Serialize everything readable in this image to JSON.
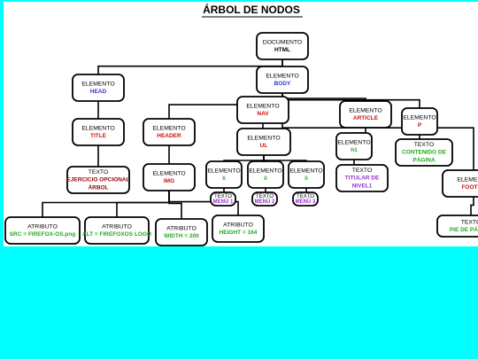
{
  "title": "ÁRBOL DE NODOS",
  "colors": {
    "bg": "#00ffff",
    "panel": "#ffffff",
    "line": "#000000",
    "type_text": "#000000",
    "blue": "#3333cc",
    "red": "#cc1111",
    "darkred": "#990000",
    "green": "#22aa22",
    "purple": "#9933cc"
  },
  "nodes": [
    {
      "id": "documento",
      "l1": "DOCUMENTO",
      "l2": "HTML",
      "c2": "type_text"
    },
    {
      "id": "head",
      "l1": "ELEMENTO",
      "l2": "HEAD",
      "c2": "blue"
    },
    {
      "id": "body",
      "l1": "ELEMENTO",
      "l2": "BODY",
      "c2": "blue"
    },
    {
      "id": "title",
      "l1": "ELEMENTO",
      "l2": "TITLE",
      "c2": "red"
    },
    {
      "id": "texto-title",
      "l1": "TEXTO",
      "l2": "EJERCICIO OPCIONAL",
      "l3": "ÁRBOL",
      "c2": "darkred"
    },
    {
      "id": "header",
      "l1": "ELEMENTO",
      "l2": "HEADER",
      "c2": "red"
    },
    {
      "id": "img",
      "l1": "ELEMENTO",
      "l2": "IMG",
      "c2": "red"
    },
    {
      "id": "attr-src",
      "l1": "ATRIBUTO",
      "l2": "SRC = FIREFOX-OS.png",
      "c2": "green"
    },
    {
      "id": "attr-alt",
      "l1": "ATRIBUTO",
      "l2": "ALT = FIREFOXOS LOGO",
      "c2": "green"
    },
    {
      "id": "attr-width",
      "l1": "ATRIBUTO",
      "l2": "WIDTH = 200",
      "c2": "green"
    },
    {
      "id": "attr-height",
      "l1": "ATRIBUTO",
      "l2": "HEIGHT = 164",
      "c2": "green"
    },
    {
      "id": "nav",
      "l1": "ELEMENTO",
      "l2": "NAV",
      "c2": "red"
    },
    {
      "id": "ul",
      "l1": "ELEMENTO",
      "l2": "UL",
      "c2": "red"
    },
    {
      "id": "li1",
      "l1": "ELEMENTO",
      "l2": "li",
      "c2": "green"
    },
    {
      "id": "li2",
      "l1": "ELEMENTO",
      "l2": "li",
      "c2": "green"
    },
    {
      "id": "li3",
      "l1": "ELEMENTO",
      "l2": "li",
      "c2": "green"
    },
    {
      "id": "t-menu1",
      "l1": "TEXTO",
      "l2": "MENÚ 1",
      "c2": "purple"
    },
    {
      "id": "t-menu2",
      "l1": "TEXTO",
      "l2": "MENÚ 2",
      "c2": "purple"
    },
    {
      "id": "t-menu3",
      "l1": "TEXTO",
      "l2": "MENÚ 3",
      "c2": "purple"
    },
    {
      "id": "article",
      "l1": "ELEMENTO",
      "l2": "ARTICLE",
      "c2": "red"
    },
    {
      "id": "h1",
      "l1": "ELEMENTO",
      "l2": "h1",
      "c2": "green"
    },
    {
      "id": "t-h1",
      "l1": "TEXTO",
      "l2": "TITULAR DE",
      "l3": "NIVEL1",
      "c2": "purple"
    },
    {
      "id": "p",
      "l1": "ELEMENTO",
      "l2": "P",
      "c2": "red"
    },
    {
      "id": "t-p",
      "l1": "TEXTO",
      "l2": "CONTENIDO DE",
      "l3": "PÁGINA",
      "c2": "green"
    },
    {
      "id": "footer",
      "l1": "ELEMENTO",
      "l2": "FOOTER",
      "c2": "red"
    },
    {
      "id": "t-footer",
      "l1": "TEXTO",
      "l2": "PIE DE PÁGINA",
      "c2": "green"
    }
  ],
  "edges": [
    [
      "documento",
      "head"
    ],
    [
      "documento",
      "body"
    ],
    [
      "head",
      "title"
    ],
    [
      "title",
      "texto-title"
    ],
    [
      "body",
      "header"
    ],
    [
      "header",
      "img"
    ],
    [
      "img",
      "attr-src"
    ],
    [
      "img",
      "attr-alt"
    ],
    [
      "img",
      "attr-width"
    ],
    [
      "img",
      "attr-height"
    ],
    [
      "body",
      "nav"
    ],
    [
      "nav",
      "ul"
    ],
    [
      "ul",
      "li1"
    ],
    [
      "ul",
      "li2"
    ],
    [
      "ul",
      "li3"
    ],
    [
      "li1",
      "t-menu1"
    ],
    [
      "li2",
      "t-menu2"
    ],
    [
      "li3",
      "t-menu3"
    ],
    [
      "body",
      "article"
    ],
    [
      "article",
      "h1"
    ],
    [
      "h1",
      "t-h1"
    ],
    [
      "body",
      "p"
    ],
    [
      "p",
      "t-p"
    ],
    [
      "body",
      "footer"
    ],
    [
      "footer",
      "t-footer"
    ]
  ]
}
